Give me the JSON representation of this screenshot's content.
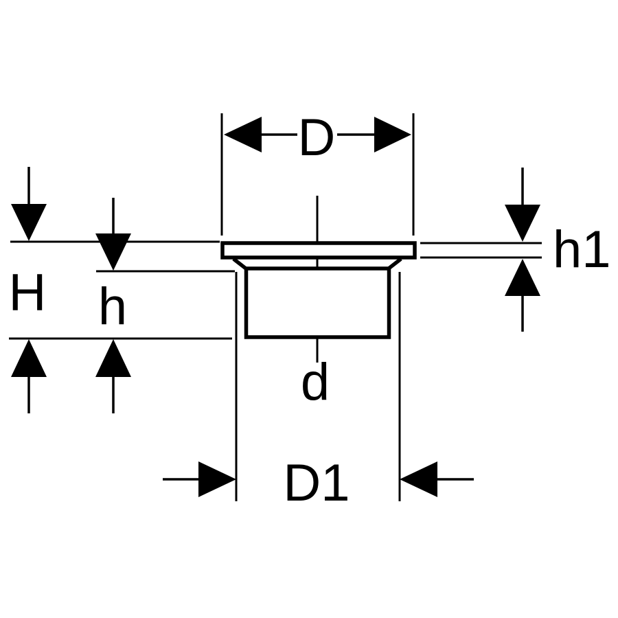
{
  "diagram": {
    "type": "technical-dimension-drawing",
    "labels": {
      "D": "D",
      "h1": "h1",
      "H": "H",
      "h": "h",
      "d": "d",
      "D1": "D1"
    },
    "colors": {
      "line": "#000000",
      "background": "#ffffff"
    }
  }
}
